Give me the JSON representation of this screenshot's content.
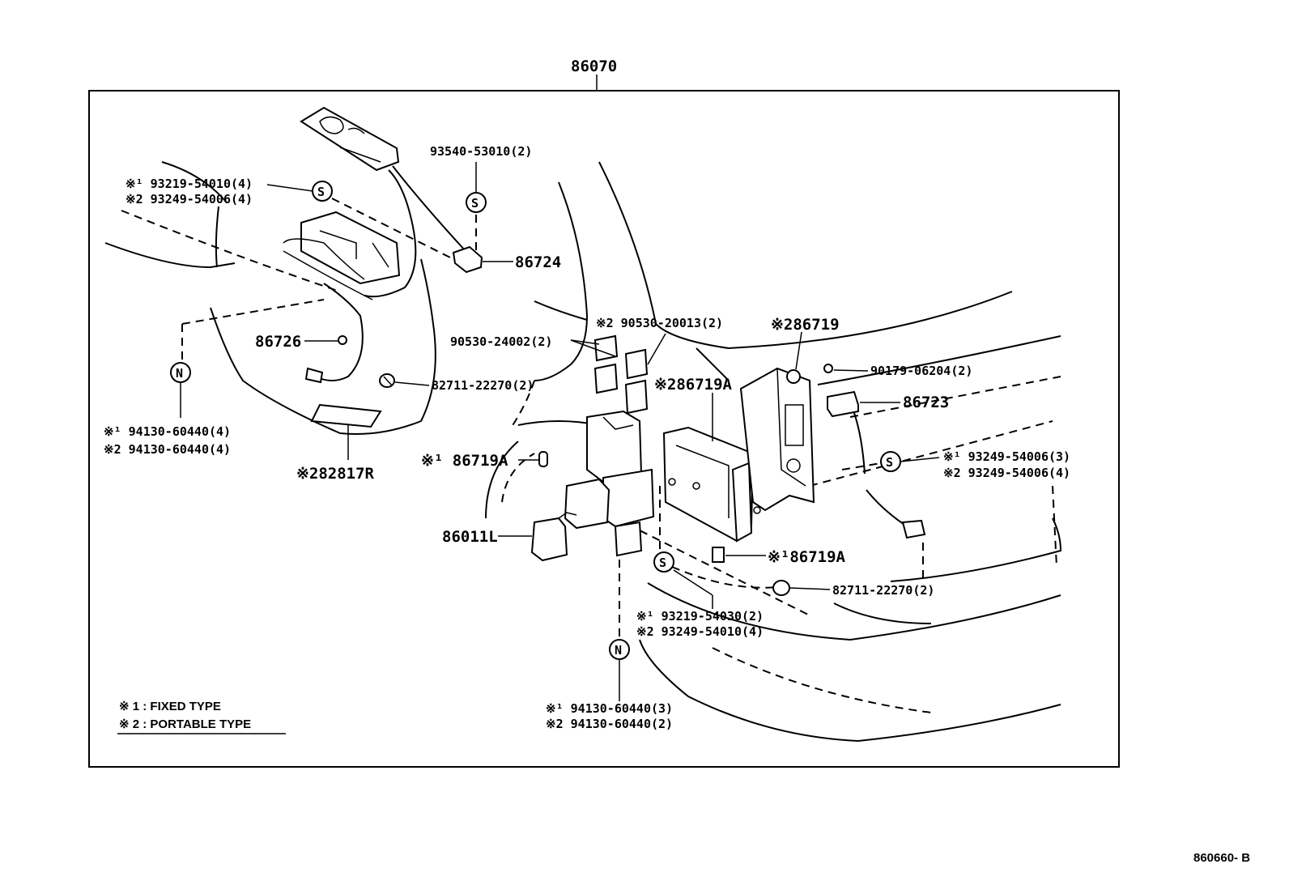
{
  "diagram": {
    "assembly_no": "86070",
    "figure_code": "860660- B",
    "legend": {
      "fixed": "※ 1  : FIXED TYPE",
      "portable": "※ 2  : PORTABLE TYPE"
    },
    "symbols": {
      "s": "S",
      "n": "N"
    },
    "labels": {
      "p86724": "86724",
      "p93540": "93540-53010(2)",
      "top_left_m1": "※¹  93219-54010(4)",
      "top_left_m2": "※2  93249-54006(4)",
      "p86726": "86726",
      "p82711_left": "82711-22270(2)",
      "n_left_m1": "※¹  94130-60440(4)",
      "n_left_m2": "※2  94130-60440(4)",
      "p82817": "※282817R",
      "p90530_20013": "※2  90530-20013(2)",
      "p90530_24002": "90530-24002(2)",
      "p86719_top": "※286719",
      "p86719A_mid": "※286719A",
      "p90179": "90179-06204(2)",
      "p86723": "86723",
      "right_m1": "※¹  93249-54006(3)",
      "right_m2": "※2  93249-54006(4)",
      "p86719A_left": "※¹ 86719A",
      "p86011": "86011L",
      "p86719A_low": "※¹86719A",
      "p82711_right": "82711-22270(2)",
      "bottom_m1": "※¹  93219-54030(2)",
      "bottom_m2": "※2  93249-54010(4)",
      "n_bottom_m1": "※¹  94130-60440(3)",
      "n_bottom_m2": "※2  94130-60440(2)"
    }
  }
}
